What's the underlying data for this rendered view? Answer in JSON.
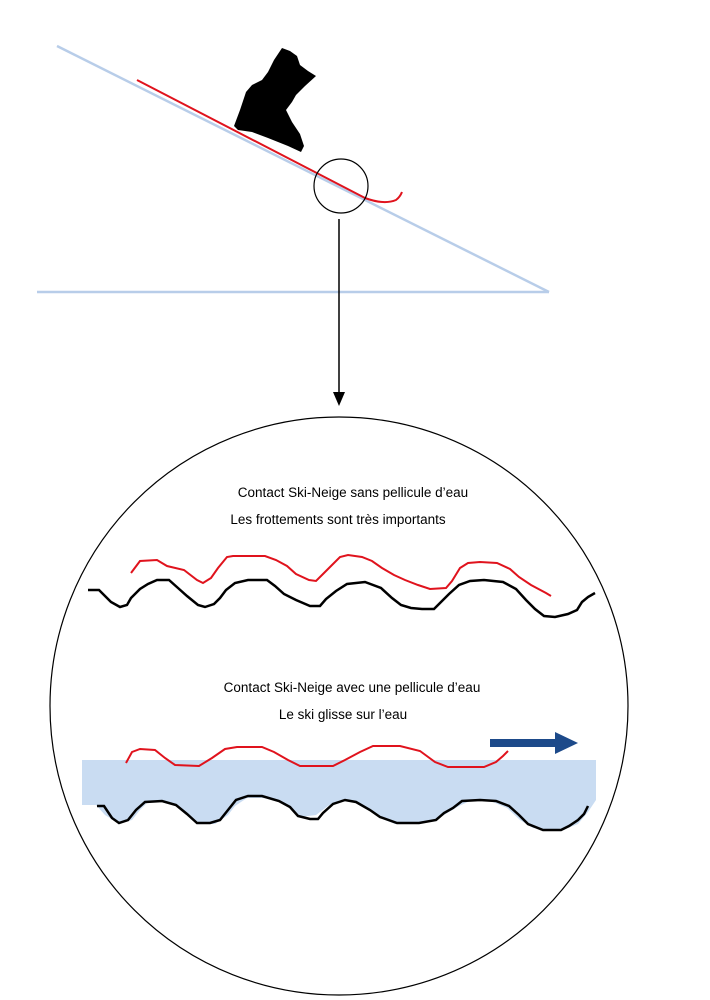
{
  "panel_top": {
    "line1": "Contact Ski-Neige sans pellicule d’eau",
    "line2": "Les frottements sont très importants"
  },
  "panel_bottom": {
    "line1": "Contact Ski-Neige avec une pellicule d’eau",
    "line2": "Le ski glisse sur l’eau"
  },
  "colors": {
    "slope": "#b8cde9",
    "ski": "#e0131d",
    "snow": "#000000",
    "water": "#c9dcf2",
    "arrow": "#1d4a8a",
    "boot": "#000000"
  },
  "icons": {
    "boot": "ski-boot-icon",
    "motion": "right-arrow-icon"
  }
}
